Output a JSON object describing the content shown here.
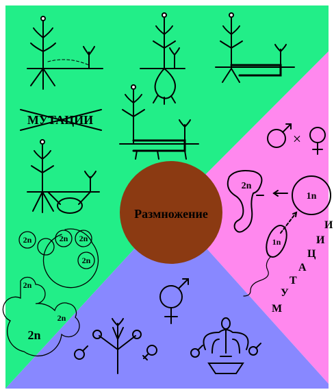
{
  "center": {
    "label": "Размножение"
  },
  "left": {
    "crossed_label": "МУТАЦИИ",
    "cells": [
      "2n",
      "2n",
      "2n",
      "2n"
    ],
    "colony": [
      "2n",
      "2n",
      "2n"
    ]
  },
  "right": {
    "embryo": "2n",
    "egg": "1n",
    "sperm": "1n",
    "times": "×",
    "mutation_letters": [
      "М",
      "У",
      "Т",
      "А",
      "Ц",
      "И",
      "И"
    ]
  },
  "colors": {
    "green": "#22ee88",
    "pink": "#ff88ee",
    "blue": "#8888ff",
    "center": "#8b3a12"
  }
}
